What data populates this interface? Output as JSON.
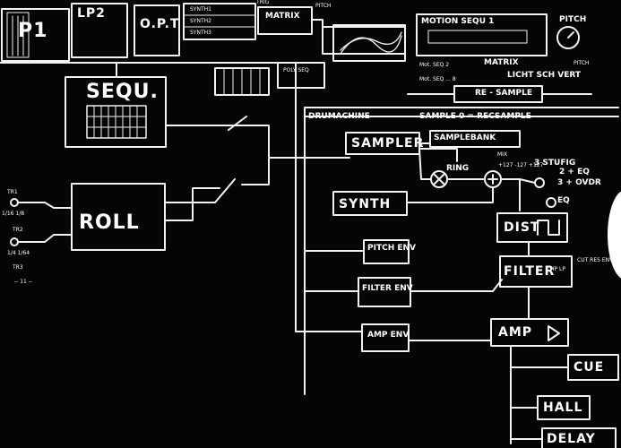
{
  "labels": {
    "p1": "P1",
    "lp2": "LP2",
    "opt": "O.P.T",
    "synth1": "SYNTH1",
    "synth2": "SYNTH2",
    "synth3": "SYNTH3",
    "trig": "TRIG",
    "matrix": "MATRIX",
    "pitch_top": "PITCH",
    "motion_seq": "MOTION SEQU 1",
    "pitch_knob": "PITCH",
    "mot_seq2": "Mot. SEQ 2",
    "matrix2": "MATRIX",
    "pitch_small": "PITCH",
    "mot_seq8": "Mot. SEQ ... 8",
    "licht": "LICHT SCH VERT",
    "resample": "RE - SAMPLE",
    "sequ": "SEQU.",
    "poly_seq": "POLY SEQ",
    "drum": "DRUMACHINE",
    "sample0": "SAMPLE 0 = RECSAMPLE",
    "sampler": "SAMPLER",
    "samplebank": "SAMPLEBANK",
    "ring": "RING",
    "mix": "MIX",
    "mix_vals": "+127 -127 +127",
    "synth": "SYNTH",
    "pitch_env": "PITCH ENV",
    "filter_env": "FILTER ENV",
    "amp_env": "AMP ENV",
    "roll": "ROLL",
    "dist": "DIST",
    "filter": "FILTER",
    "hp_lp": "HP LP",
    "cut_res_env": "CUT RES ENV",
    "amp": "AMP",
    "cue": "CUE",
    "hall": "HALL",
    "delay": "DELAY",
    "eq_stufe": "3 STUFIG",
    "eq2": "2 + EQ",
    "eq3": "3 + OVDR",
    "eq": "EQ",
    "tr1": "TR1",
    "tr1_vals": "1/16 1/8",
    "tr2": "TR2",
    "tr2_vals": "1/4 1/64",
    "tr3": "TR3",
    "tr3_note": "-- 11 --"
  }
}
